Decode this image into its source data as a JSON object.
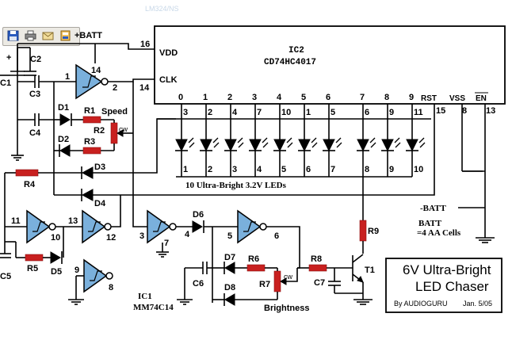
{
  "toolbar": {
    "buttons": [
      {
        "name": "save-icon",
        "color": "#2a5bbf"
      },
      {
        "name": "print-icon",
        "color": "#6b6b6b"
      },
      {
        "name": "email-icon",
        "color": "#d8b860"
      },
      {
        "name": "info-icon",
        "color": "#d8a03a"
      }
    ]
  },
  "ghost_text": "LM324/NS",
  "ic2": {
    "name": "IC2",
    "part": "CD74HC4017",
    "vdd": "VDD",
    "clk": "CLK",
    "rst": "RST",
    "vss": "VSS",
    "en": "EN",
    "pin_vdd": "16",
    "pin_clk": "14",
    "pin_rst": "15",
    "pin_vss": "8",
    "pin_en": "13",
    "outputs": [
      "0",
      "1",
      "2",
      "3",
      "4",
      "5",
      "6",
      "7",
      "8",
      "9"
    ],
    "output_pins": [
      "3",
      "2",
      "4",
      "7",
      "10",
      "1",
      "5",
      "6",
      "9",
      "11"
    ]
  },
  "batt_top": "+BATT",
  "batt_neg": "-BATT",
  "batt_pos": "BATT",
  "batt_cells": "=4 AA Cells",
  "plus_sign": "+",
  "led_numbers": [
    "1",
    "2",
    "3",
    "4",
    "5",
    "6",
    "7",
    "8",
    "9",
    "10"
  ],
  "led_caption": "10 Ultra-Bright 3.2V LEDs",
  "speed_label": "Speed",
  "brightness_label": "Brightness",
  "cw": "cw",
  "ic1": {
    "name": "IC1",
    "part": "MM74C14"
  },
  "components": {
    "C1": "C1",
    "C2": "C2",
    "C3": "C3",
    "C4": "C4",
    "C5": "C5",
    "C6": "C6",
    "C7": "C7",
    "D1": "D1",
    "D2": "D2",
    "D3": "D3",
    "D4": "D4",
    "D5": "D5",
    "D6": "D6",
    "D7": "D7",
    "D8": "D8",
    "R1": "R1",
    "R2": "R2",
    "R3": "R3",
    "R4": "R4",
    "R5": "R5",
    "R6": "R6",
    "R7": "R7",
    "R8": "R8",
    "R9": "R9",
    "T1": "T1"
  },
  "gate_pins": {
    "g1_in": "1",
    "g1_out": "2",
    "g1_vcc": "14",
    "g1_out_clk": "14",
    "g2_in": "11",
    "g2_out": "10",
    "g3_in": "13",
    "g3_out": "12",
    "g4_in": "9",
    "g4_out": "8",
    "g5_in": "3",
    "g5_gnd": "7",
    "g5_out": "4",
    "g6_in": "5",
    "g6_out": "6"
  },
  "title_box": {
    "line1": "6V Ultra-Bright",
    "line2": "LED Chaser",
    "byline": "By AUDIOGURU",
    "date": "Jan. 5/05"
  }
}
